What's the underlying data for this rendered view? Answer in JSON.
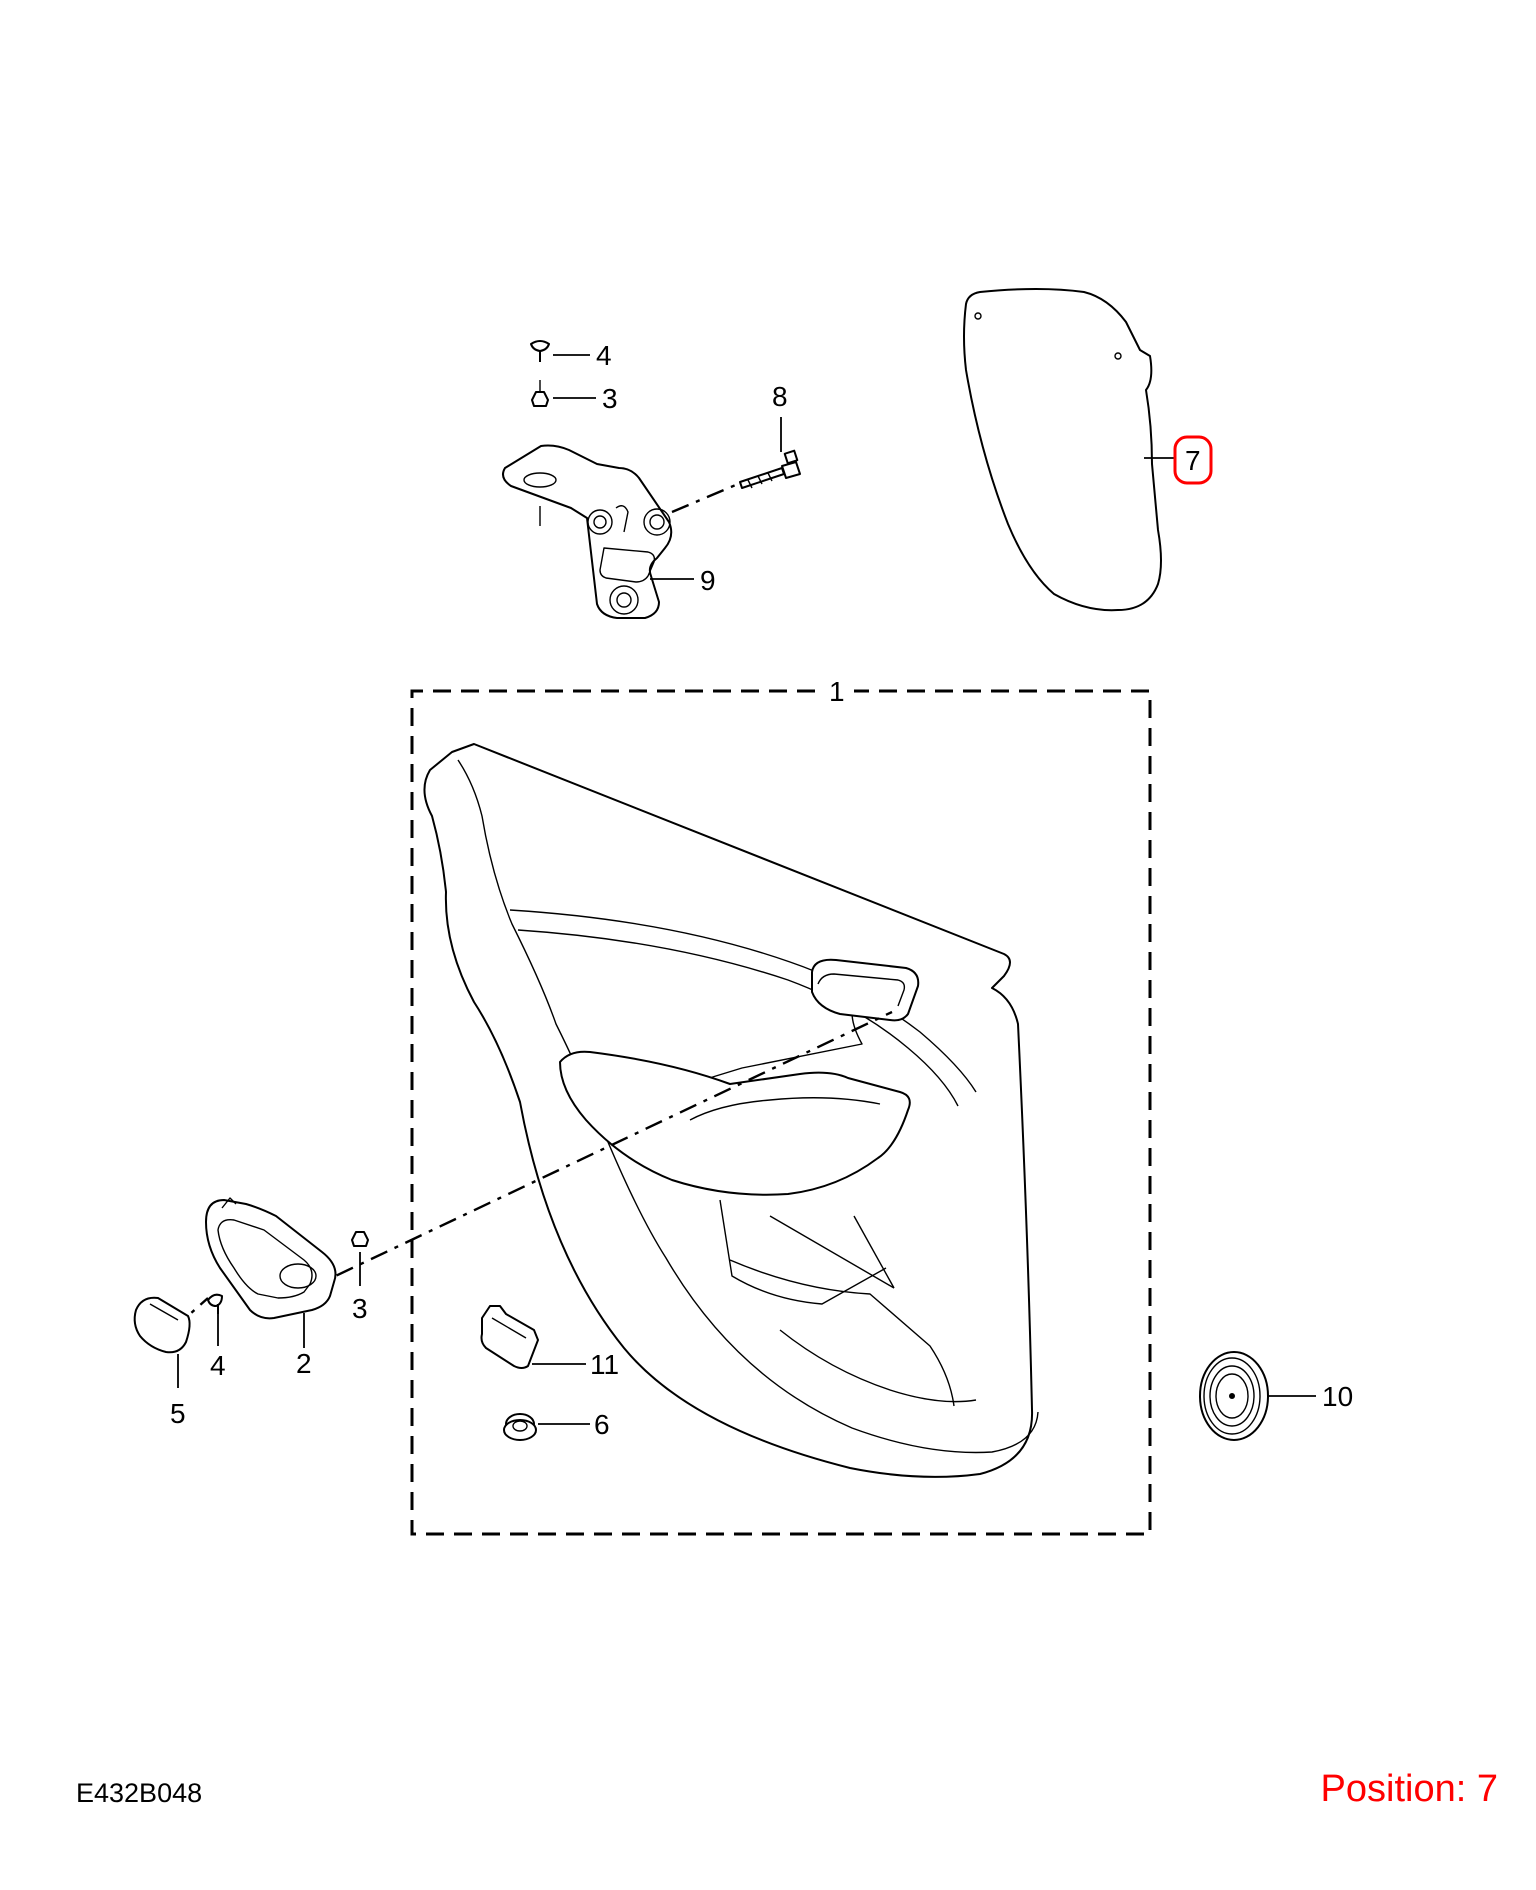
{
  "diagram": {
    "callouts": {
      "p1": "1",
      "p2": "2",
      "p3_top": "3",
      "p3_bottom": "3",
      "p4_top": "4",
      "p4_bottom": "4",
      "p5": "5",
      "p6": "6",
      "p7": "7",
      "p8": "8",
      "p9": "9",
      "p10": "10",
      "p11": "11"
    },
    "highlight_color": "#ff0000"
  },
  "footer": {
    "diagram_code": "E432B048",
    "position_label": "Position: 7"
  }
}
